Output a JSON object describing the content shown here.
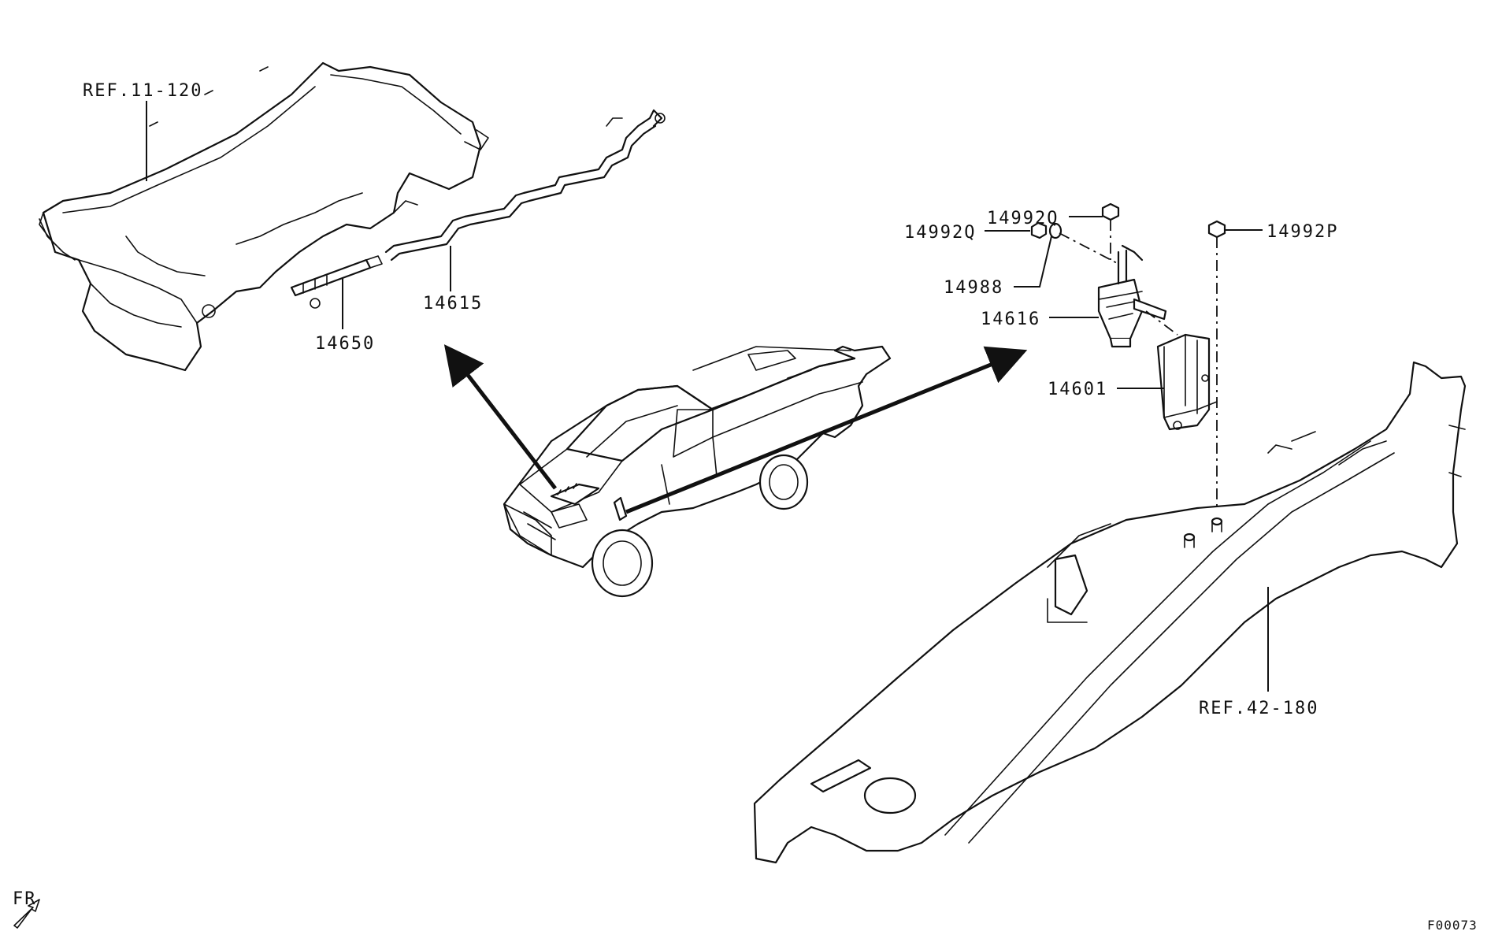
{
  "labels": {
    "ref_engine": "REF.11-120",
    "ref_body": "REF.42-180",
    "p14650": "14650",
    "p14615": "14615",
    "p14992q_top": "14992Q",
    "p14992q_left": "14992Q",
    "p14992p": "14992P",
    "p14988": "14988",
    "p14616": "14616",
    "p14601": "14601",
    "front": "FR",
    "figure_code": "F00073"
  }
}
